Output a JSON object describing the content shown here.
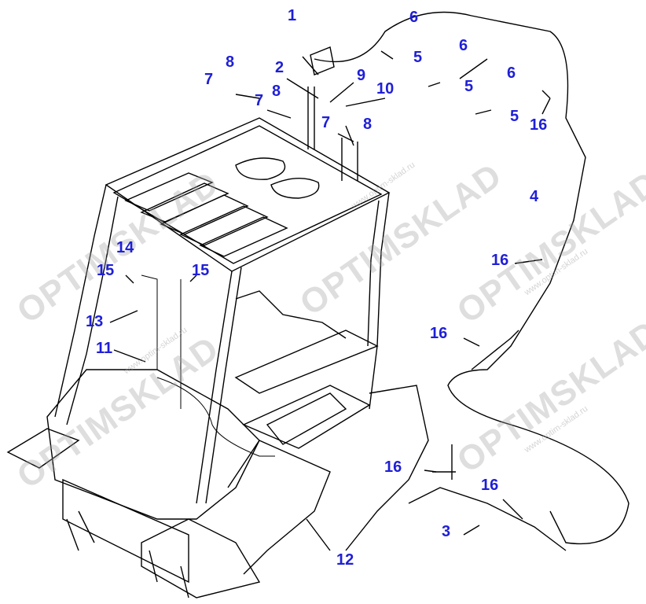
{
  "diagram": {
    "callouts": [
      {
        "id": "c1",
        "text": "1"
      },
      {
        "id": "c2",
        "text": "2"
      },
      {
        "id": "c6a",
        "text": "6"
      },
      {
        "id": "c5a",
        "text": "5"
      },
      {
        "id": "c6b",
        "text": "6"
      },
      {
        "id": "c5b",
        "text": "5"
      },
      {
        "id": "c6c",
        "text": "6"
      },
      {
        "id": "c5c",
        "text": "5"
      },
      {
        "id": "c16a",
        "text": "16"
      },
      {
        "id": "c8a",
        "text": "8"
      },
      {
        "id": "c7a",
        "text": "7"
      },
      {
        "id": "c9",
        "text": "9"
      },
      {
        "id": "c10",
        "text": "10"
      },
      {
        "id": "c7b",
        "text": "7"
      },
      {
        "id": "c8b",
        "text": "8"
      },
      {
        "id": "c7c",
        "text": "7"
      },
      {
        "id": "c8c",
        "text": "8"
      },
      {
        "id": "c4",
        "text": "4"
      },
      {
        "id": "c16b",
        "text": "16"
      },
      {
        "id": "c14",
        "text": "14"
      },
      {
        "id": "c15a",
        "text": "15"
      },
      {
        "id": "c15b",
        "text": "15"
      },
      {
        "id": "c13",
        "text": "13"
      },
      {
        "id": "c11",
        "text": "11"
      },
      {
        "id": "c16c",
        "text": "16"
      },
      {
        "id": "c16d",
        "text": "16"
      },
      {
        "id": "c16e",
        "text": "16"
      },
      {
        "id": "c3",
        "text": "3"
      },
      {
        "id": "c12",
        "text": "12"
      }
    ],
    "watermark": {
      "brand": "OPTIMSKLAD",
      "url": "www.optim-sklad.ru"
    },
    "colors": {
      "callout": "#1f1fd6",
      "line": "#000000",
      "watermark": "#a0a0a0"
    }
  }
}
